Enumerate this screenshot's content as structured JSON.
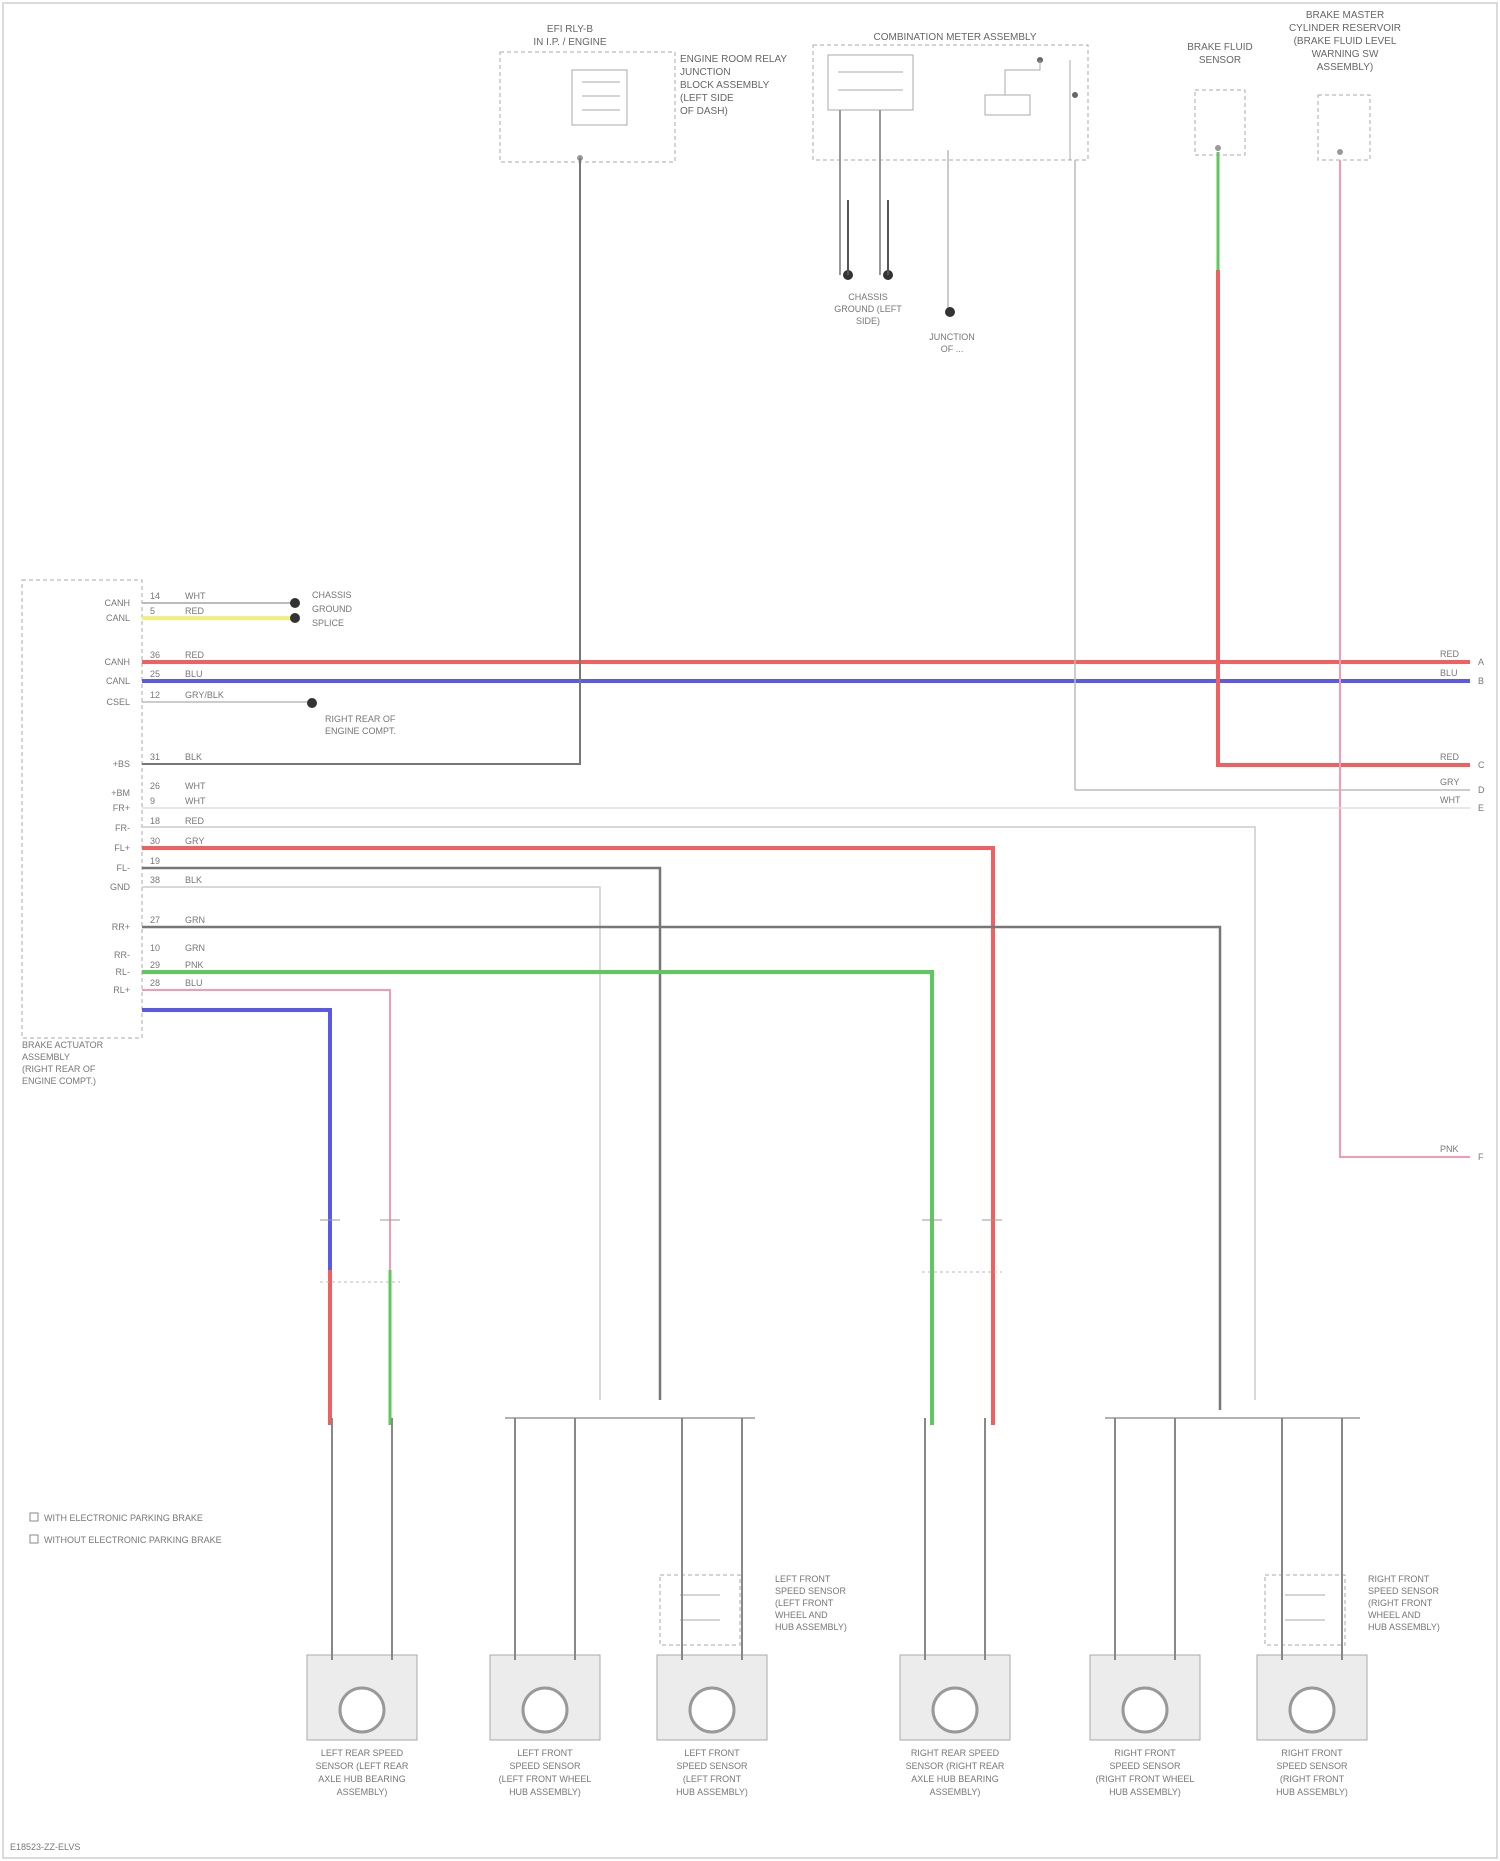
{
  "components": {
    "ecu": {
      "label_lines": [
        "BRAKE ACTUATOR",
        "ASSEMBLY",
        "(RIGHT REAR OF",
        "ENGINE COMPT.)"
      ]
    },
    "efi_relay": {
      "label_lines": [
        "EFI RLY-B",
        "IN I.P. / ENGINE"
      ],
      "side_lines": [
        "ENGINE ROOM RELAY",
        "JUNCTION",
        "BLOCK ASSEMBLY",
        "(LEFT SIDE",
        "OF DASH)"
      ]
    },
    "combination_meter": {
      "label": "COMBINATION METER ASSEMBLY"
    },
    "brake_fluid_sensor": {
      "label_lines": [
        "BRAKE FLUID",
        "SENSOR"
      ]
    },
    "brake_master": {
      "label_lines": [
        "BRAKE MASTER",
        "CYLINDER RESERVOIR",
        "(BRAKE FLUID LEVEL",
        "WARNING SW",
        "ASSEMBLY)"
      ]
    },
    "ground_right": {
      "label_lines": [
        "CHASSIS",
        "GROUND (LEFT",
        "SIDE)"
      ]
    },
    "ground_center": {
      "label_lines": [
        "JUNCTION",
        "OF ..."
      ]
    },
    "ground_left": {
      "label_lines": [
        "CHASSIS",
        "GROUND",
        "SPLICE"
      ]
    },
    "ground_relay": {
      "label_lines": [
        "RIGHT REAR OF",
        "ENGINE COMPT."
      ]
    },
    "legend": [
      "WITH ELECTRONIC PARKING BRAKE",
      "WITHOUT ELECTRONIC PARKING BRAKE"
    ],
    "switch_left": {
      "label_lines": [
        "LEFT FRONT",
        "SPEED SENSOR",
        "(LEFT FRONT",
        "WHEEL AND",
        "HUB ASSEMBLY)"
      ]
    },
    "switch_right": {
      "label_lines": [
        "RIGHT FRONT",
        "SPEED SENSOR",
        "(RIGHT FRONT",
        "WHEEL AND",
        "HUB ASSEMBLY)"
      ]
    },
    "sensors": [
      {
        "label_lines": [
          "LEFT REAR SPEED",
          "SENSOR (LEFT REAR",
          "AXLE HUB BEARING",
          "ASSEMBLY)"
        ]
      },
      {
        "label_lines": [
          "LEFT FRONT",
          "SPEED SENSOR",
          "(LEFT FRONT WHEEL",
          "HUB ASSEMBLY)"
        ]
      },
      {
        "label_lines": [
          "LEFT FRONT",
          "SPEED SENSOR",
          "(LEFT FRONT",
          "HUB ASSEMBLY)"
        ]
      },
      {
        "label_lines": [
          "RIGHT REAR SPEED",
          "SENSOR (RIGHT REAR",
          "AXLE HUB BEARING",
          "ASSEMBLY)"
        ]
      },
      {
        "label_lines": [
          "RIGHT FRONT",
          "SPEED SENSOR",
          "(RIGHT FRONT WHEEL",
          "HUB ASSEMBLY)"
        ]
      },
      {
        "label_lines": [
          "RIGHT FRONT",
          "SPEED SENSOR",
          "(RIGHT FRONT",
          "HUB ASSEMBLY)"
        ]
      }
    ]
  },
  "wire_colors": {
    "red": "#f06060",
    "blue": "#5a5ae6",
    "green": "#5ec85e",
    "yellow": "#f2ee80",
    "pink": "#f59ab0",
    "gray": "#8a8a8a",
    "light_gray": "#bdbdbd"
  },
  "pin_rows": [
    {
      "name": "CANH",
      "pin": "14",
      "color": "WHT"
    },
    {
      "name": "CANL",
      "pin": "5",
      "color": "RED"
    },
    {
      "name": "CANH",
      "pin": "36",
      "color": "RED"
    },
    {
      "name": "CANL",
      "pin": "25",
      "color": "BLU"
    },
    {
      "name": "CSEL",
      "pin": "12",
      "color": "GRY/BLK"
    },
    {
      "name": "+BS",
      "pin": "31",
      "color": "BLK"
    },
    {
      "name": "+BM",
      "pin": "26",
      "color": "WHT"
    },
    {
      "name": "FR+",
      "pin": "9",
      "color": "WHT"
    },
    {
      "name": "FR-",
      "pin": "18",
      "color": "RED"
    },
    {
      "name": "FL+",
      "pin": "30",
      "color": "GRY"
    },
    {
      "name": "FL-",
      "pin": "19",
      "color": ""
    },
    {
      "name": "GND",
      "pin": "38",
      "color": "BLK"
    },
    {
      "name": "RR+",
      "pin": "27",
      "color": "GRN"
    },
    {
      "name": "RR-",
      "pin": "10",
      "color": "GRN"
    },
    {
      "name": "RL-",
      "pin": "29",
      "color": "PNK"
    },
    {
      "name": "RL+",
      "pin": "28",
      "color": "BLU"
    }
  ],
  "right_terminals": [
    {
      "code": "RED",
      "letter": "A"
    },
    {
      "code": "BLU",
      "letter": "B"
    },
    {
      "code": "RED",
      "letter": "C"
    },
    {
      "code": "GRY",
      "letter": "D"
    },
    {
      "code": "WHT",
      "letter": "E"
    },
    {
      "code": "PNK",
      "letter": "F"
    }
  ],
  "footer": "E18523-ZZ-ELVS"
}
